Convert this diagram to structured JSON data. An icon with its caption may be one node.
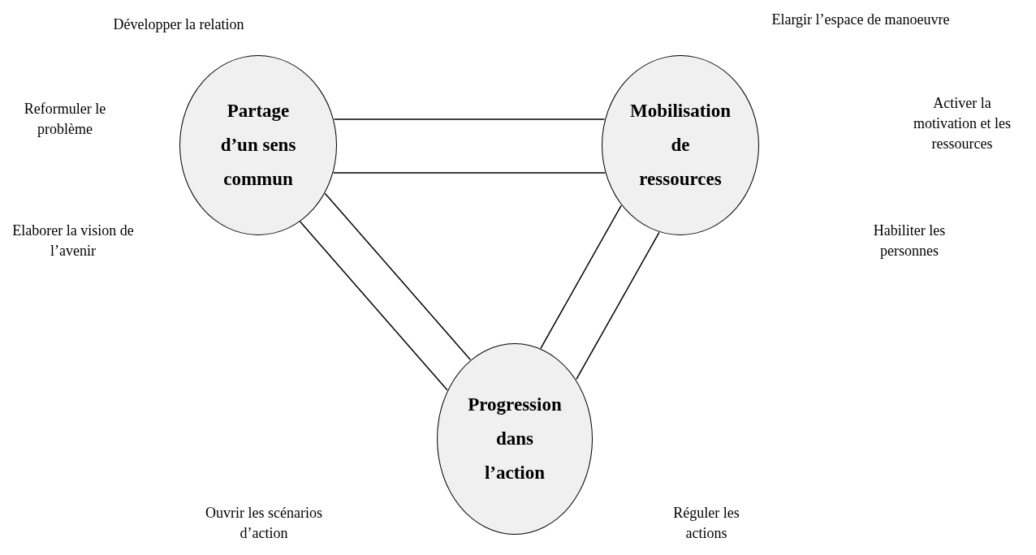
{
  "diagram": {
    "nodes": [
      {
        "text": [
          "Partage d’un sens commun"
        ]
      },
      {
        "text": [
          "Mobilisation de ressources"
        ]
      },
      {
        "text": [
          "Progression dans l’action"
        ]
      }
    ],
    "edges": [
      {
        "from": 0,
        "to": 1,
        "arrow": "none"
      },
      {
        "from": 0,
        "to": 1,
        "arrow": "none"
      },
      {
        "from": 0,
        "to": 2,
        "arrow": "none"
      },
      {
        "from": 0,
        "to": 2,
        "arrow": "none"
      },
      {
        "from": 1,
        "to": 2,
        "arrow": "none"
      },
      {
        "from": 1,
        "to": 2,
        "arrow": "none"
      }
    ],
    "labels": [
      "Développer la relation",
      "Elargir l’espace de manoeuvre",
      "Reformuler le problème",
      "Activer la motivation et les ressources",
      "Elaborer la vision de l’avenir",
      "Habiliter les personnes",
      "Ouvrir les scénarios d’action",
      "Réguler les actions"
    ]
  }
}
